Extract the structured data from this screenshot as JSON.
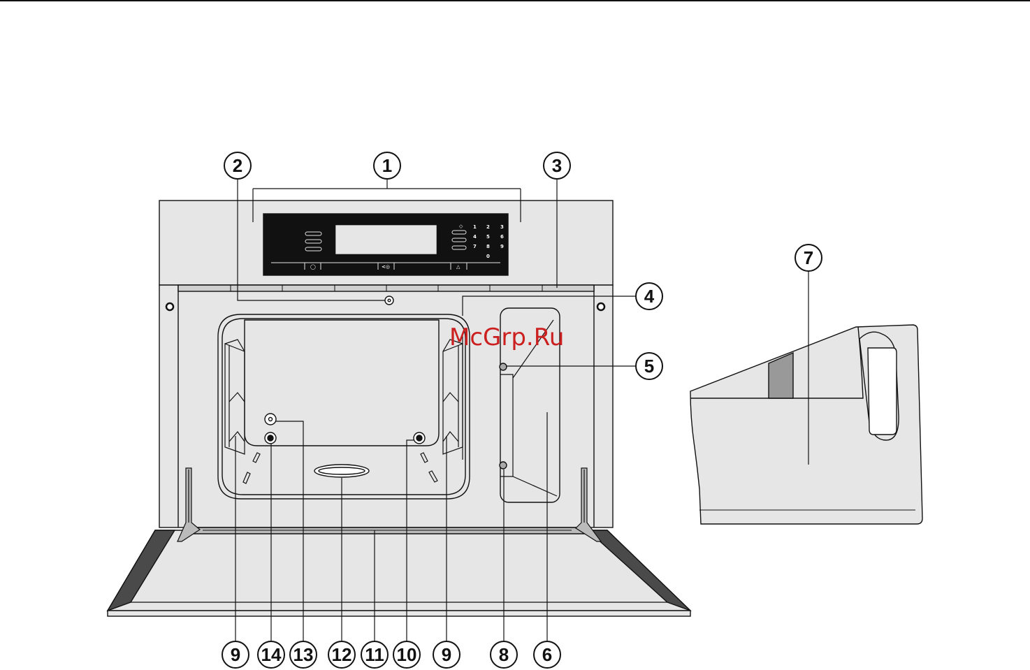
{
  "watermark": "McGrp.Ru",
  "callouts": {
    "c1": "1",
    "c2": "2",
    "c3": "3",
    "c4": "4",
    "c5": "5",
    "c6": "6",
    "c7": "7",
    "c8": "8",
    "c9a": "9",
    "c9b": "9",
    "c10": "10",
    "c11": "11",
    "c12": "12",
    "c13": "13",
    "c14": "14"
  },
  "control_panel": {
    "keypad": [
      "1",
      "2",
      "3",
      "4",
      "5",
      "6",
      "7",
      "8",
      "9",
      "0"
    ],
    "bottom_symbols": [
      "◯",
      "<◎",
      "△"
    ]
  },
  "colors": {
    "line": "#111111",
    "fill_light": "#e6e6e6",
    "panel": "#111111",
    "door_edge": "#4a4a4a"
  }
}
